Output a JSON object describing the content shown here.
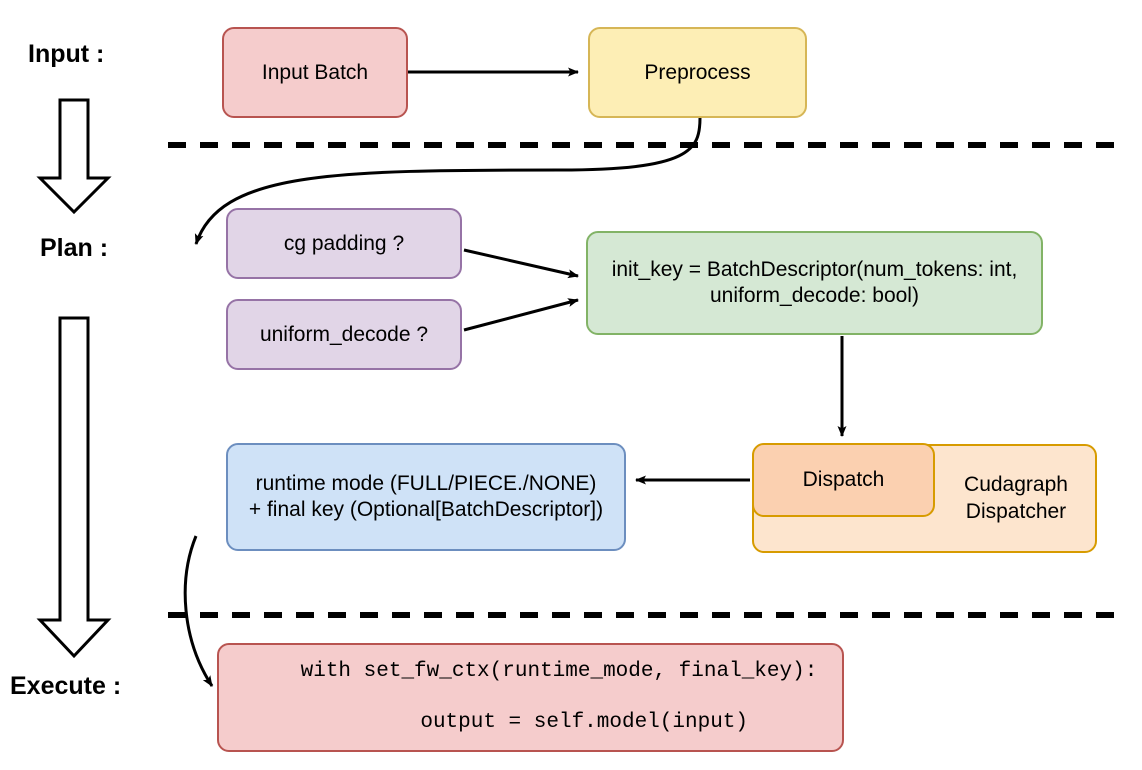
{
  "diagram": {
    "title_stages": [
      {
        "id": "input",
        "label": "Input :"
      },
      {
        "id": "plan",
        "label": "Plan :"
      },
      {
        "id": "execute",
        "label": "Execute :"
      }
    ],
    "nodes": {
      "input_batch": {
        "label": "Input Batch",
        "color": "#f5cccc",
        "border": "#b85450"
      },
      "preprocess": {
        "label": "Preprocess",
        "color": "#fdeeb5",
        "border": "#d6b656"
      },
      "cg_padding": {
        "label": "cg padding ?",
        "color": "#e1d5e7",
        "border": "#9673a6"
      },
      "uniform_decode": {
        "label": "uniform_decode ?",
        "color": "#e1d5e7",
        "border": "#9673a6"
      },
      "init_key_line1": {
        "label": "init_key = BatchDescriptor(num_tokens: int,"
      },
      "init_key_line2": {
        "label": "uniform_decode: bool)"
      },
      "runtime_line1": {
        "label": "runtime mode (FULL/PIECE./NONE)"
      },
      "runtime_line2": {
        "label": "+ final key (Optional[BatchDescriptor])"
      },
      "dispatch": {
        "label": "Dispatch",
        "color": "#fbd0b0",
        "border": "#d79b00"
      },
      "cudagraph_dispatcher_line1": {
        "label": "Cudagraph"
      },
      "cudagraph_dispatcher_line2": {
        "label": "Dispatcher"
      },
      "code_line1": {
        "label": "with set_fw_ctx(runtime_mode, final_key):"
      },
      "code_line2": {
        "label": "    output = self.model(input)"
      }
    },
    "separators": {
      "count": 2,
      "style": "dashed",
      "color": "#000000"
    },
    "flow_arrows": {
      "count": 2,
      "style": "hollow-outline-down",
      "color": "#000000"
    }
  }
}
